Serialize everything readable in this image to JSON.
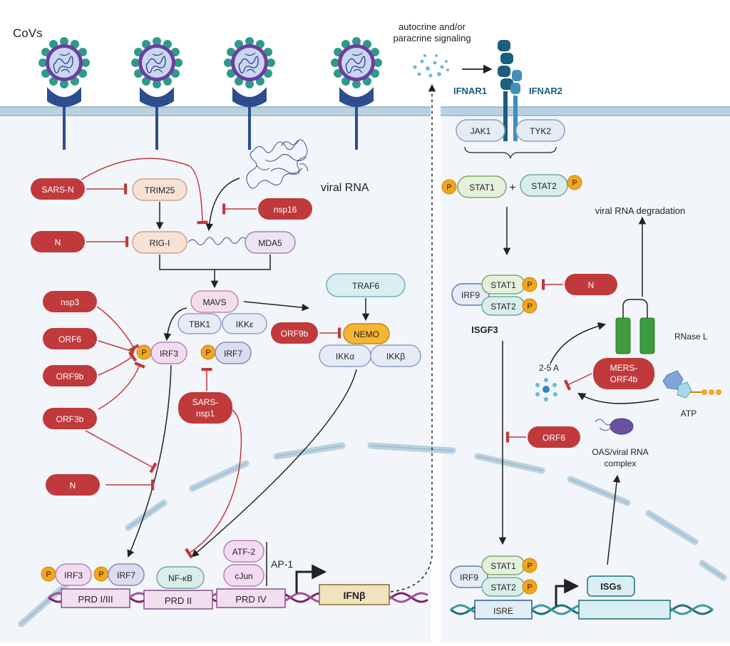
{
  "labels": {
    "covs": "CoVs",
    "autocrine": [
      "autocrine and/or",
      "paracrine signaling"
    ],
    "ifnar1": "IFNAR1",
    "ifnar2": "IFNAR2",
    "viral_rna": "viral RNA",
    "viral_rna_degradation": "viral RNA degradation",
    "isgf3": "ISGF3",
    "rnase_l": "RNase L",
    "two_five_a": "2-5 A",
    "atp": "ATP",
    "oas_complex": [
      "OAS/viral RNA",
      "complex"
    ],
    "ap1": "AP-1"
  },
  "host_proteins": {
    "trim25": "TRIM25",
    "rigi": "RIG-I",
    "mda5": "MDA5",
    "mavs": "MAVS",
    "tbk1": "TBK1",
    "ikke": "IKKε",
    "traf6": "TRAF6",
    "nemo": "NEMO",
    "ikka": "IKKα",
    "ikkb": "IKKβ",
    "irf3": "IRF3",
    "irf7": "IRF7",
    "jak1": "JAK1",
    "tyk2": "TYK2",
    "stat1": "STAT1",
    "stat2": "STAT2",
    "irf9": "IRF9",
    "nfkb": "NF-κB",
    "atf2": "ATF-2",
    "cjun": "cJun",
    "p": "P"
  },
  "viral_proteins": {
    "sars_n": "SARS-N",
    "n": "N",
    "nsp16": "nsp16",
    "nsp3": "nsp3",
    "orf6": "ORF6",
    "orf9b": "ORF9b",
    "orf3b": "ORF3b",
    "sars_nsp1": [
      "SARS-",
      "nsp1"
    ],
    "mers_orf4b": [
      "MERS-",
      "ORF4b"
    ]
  },
  "dna": {
    "prd13": "PRD I/III",
    "prd2": "PRD II",
    "prd4": "PRD IV",
    "ifnb": "IFNβ",
    "isre": "ISRE",
    "isgs": "ISGs"
  },
  "colors": {
    "viral_fill": "#c0393b",
    "inhibit_line": "#c0393b",
    "membrane": "#b9d1e0",
    "cytoplasm": "#f2f5f9",
    "receptor": "#2d4d8e",
    "dna_purple": "#7a2372",
    "dna_teal": "#1f6f78",
    "phospho": "#f3a51d",
    "ifnar": "#1b5e7e"
  }
}
